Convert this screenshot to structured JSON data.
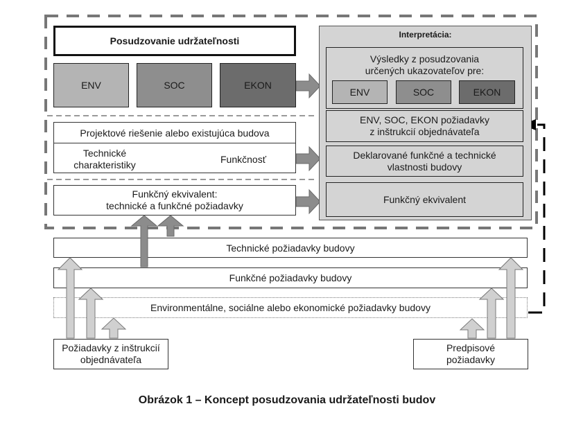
{
  "diagram": {
    "assessment_title": "Posudzovanie udržateľnosti",
    "pillars": [
      "ENV",
      "SOC",
      "EKON"
    ],
    "building_box": {
      "title": "Projektové riešenie alebo existujúca budova",
      "left": "Technické charakteristiky",
      "left_line1": "Technické",
      "left_line2": "charakteristiky",
      "right": "Funkčnosť"
    },
    "equivalent_box": {
      "line1": "Funkčný ekvivalent:",
      "line2": "technické a funkčné požiadavky"
    },
    "interpretation": {
      "title": "Interpretácia:",
      "results_line1": "Výsledky z posudzovania",
      "results_line2": "určených ukazovateľov pre:",
      "pillars": [
        "ENV",
        "SOC",
        "EKON"
      ],
      "client_req_line1": "ENV, SOC, EKON požiadavky",
      "client_req_line2": "z inštrukcií objednávateľa",
      "declared_line1": "Deklarované funkčné a technické",
      "declared_line2": "vlastnosti budovy",
      "functional_equivalent": "Funkčný ekvivalent"
    },
    "requirement_bars": [
      "Technické požiadavky budovy",
      "Funkčné požiadavky budovy",
      "Environmentálne, sociálne alebo ekonomické požiadavky budovy"
    ],
    "client_source": {
      "line1": "Požiadavky z inštrukcií",
      "line2": "objednávateľa"
    },
    "regulatory_source": {
      "line1": "Predpisové",
      "line2": "požiadavky"
    },
    "colors": {
      "env": "#b4b4b4",
      "soc": "#8e8e8e",
      "ekon": "#6c6c6c",
      "panel": "#d4d4d4",
      "arrow_dark": "#8c8c8c",
      "arrow_light": "#cfcfcf"
    }
  },
  "caption": "Obrázok 1 – Koncept posudzovania udržateľnosti budov"
}
